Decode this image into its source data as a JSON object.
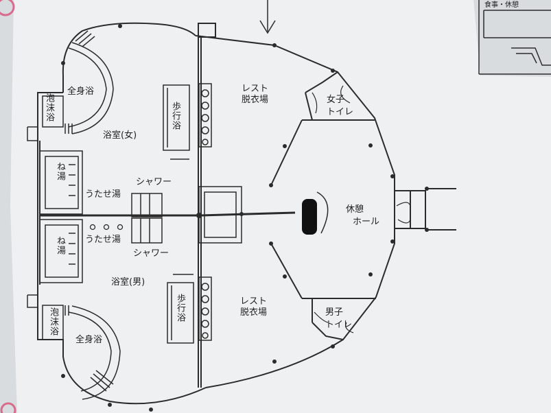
{
  "colors": {
    "paper": "#eef0f1",
    "line": "#2b2b2b",
    "frame": "#d9dcdf",
    "stamp": "#d86a8c"
  },
  "labels": {
    "foam_top": "泡沫浴",
    "full_top": "全身浴",
    "walk_top": "歩行浴",
    "bath_women": "浴室(女)",
    "rest_dressing_top_1": "レスト",
    "rest_dressing_top_2": "脱衣場",
    "women_toilet_1": "女子",
    "women_toilet_2": "トイレ",
    "ne_top": "ね湯",
    "utase_top": "うたせ湯",
    "shower_top": "シャワー",
    "lounge_1": "休憩",
    "lounge_2": "ホール",
    "ne_bottom": "ね湯",
    "utase_bottom": "うたせ湯",
    "shower_bottom": "シャワー",
    "bath_men": "浴室(男)",
    "rest_dressing_bottom_1": "レスト",
    "rest_dressing_bottom_2": "脱衣場",
    "men_toilet_1": "男子",
    "men_toilet_2": "トイレ",
    "walk_bottom": "歩行浴",
    "foam_bottom": "泡沫浴",
    "full_bottom": "全身浴",
    "inset_title": "食事・休憩"
  }
}
